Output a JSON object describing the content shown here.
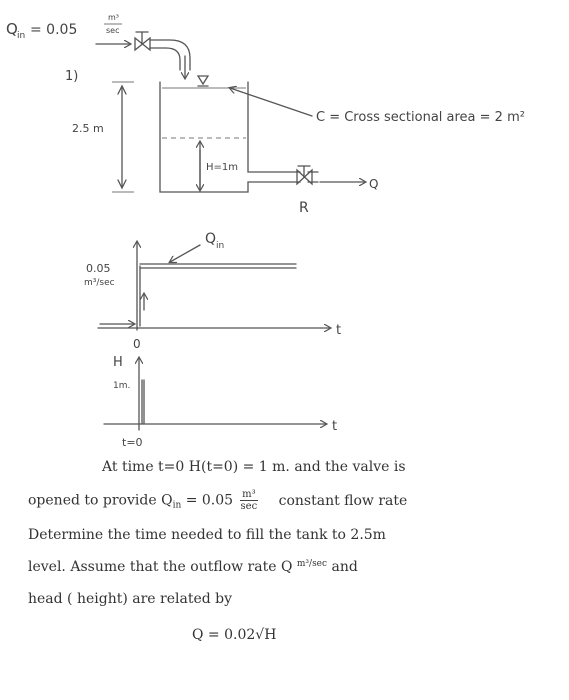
{
  "top": {
    "q_label": "Q",
    "q_sub": "in",
    "q_eq": "= 0.05",
    "unit_num": "m³",
    "unit_den": "sec",
    "item_number": "1)"
  },
  "tank": {
    "height_label": "2.5 m",
    "h_label": "H=1m",
    "area_label": "C = Cross sectional area = 2 m²",
    "valve_label": "R",
    "outflow_label": "Q"
  },
  "inflow_graph": {
    "series_label": "Q",
    "series_sub": "in",
    "value_label": "0.05",
    "unit_label": "m³/sec",
    "origin_label": "0",
    "x_axis_label": "t"
  },
  "head_graph": {
    "y_axis_label": "H",
    "value_label": "1m.",
    "x_axis_label": "t",
    "time_label": "t=0"
  },
  "problem": {
    "line1": "At time t=0   H(t=0) = 1 m. and the valve is",
    "line2_pre": "opened to provide",
    "q_label": "Q",
    "q_sub": "in",
    "q_eq": "= 0.05",
    "unit_num": "m³",
    "unit_den": "sec",
    "line2_post": "constant flow rate",
    "line3": "Determine the time needed to fill the tank to 2.5m",
    "line4_pre": "level. Assume that the outflow rate Q",
    "line4_unit": "m³/sec",
    "line4_post": "and",
    "line5": "head ( height) are related by",
    "equation": "Q = 0.02√H"
  }
}
